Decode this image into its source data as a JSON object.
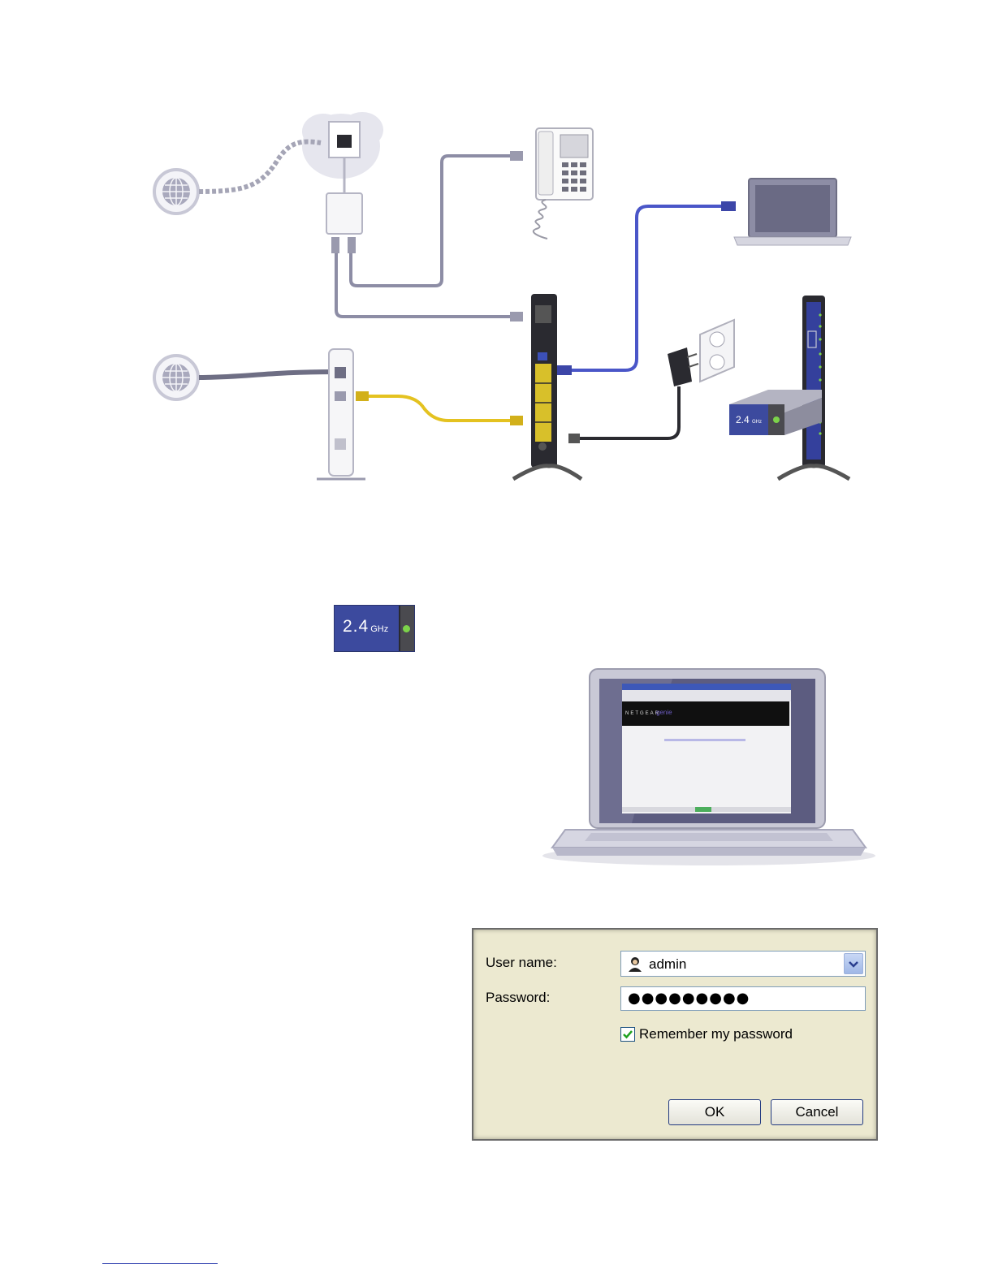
{
  "diagram": {
    "led_badge": {
      "value": "2.4",
      "unit": "GHz"
    }
  },
  "indicator": {
    "value": "2.4",
    "unit": "GHz",
    "led_color": "#7cd34a"
  },
  "colors": {
    "phone_cable": "#8d8da5",
    "ethernet_blue": "#4a56c8",
    "ethernet_yellow": "#e4c220",
    "power_cable": "#2a2a30",
    "router_body": "#2a2a30"
  },
  "login_dialog": {
    "username_label": "User name:",
    "username_value": "admin",
    "password_label": "Password:",
    "password_value": "●●●●●●●●●",
    "remember_label": "Remember my password",
    "remember_checked": true,
    "ok_label": "OK",
    "cancel_label": "Cancel"
  }
}
